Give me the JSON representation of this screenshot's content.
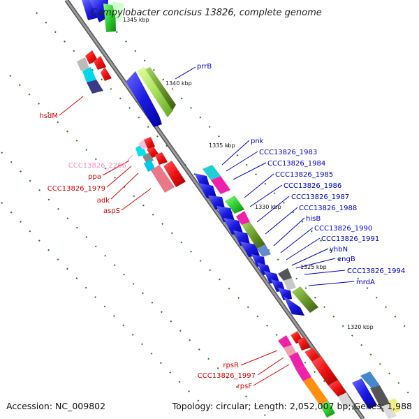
{
  "title": "Campylobacter concisus 13826, complete genome",
  "footer": {
    "accession": "Accession: NC_009802",
    "topology": "Topology: circular; Length: 2,052,007 bp; Genes: 1,988"
  },
  "colors": {
    "backbone": "#8a8a8a",
    "tick_green": "#1a7a1a",
    "label_blue": "#0000cc",
    "label_red": "#dd0000",
    "label_pink": "#f090b8"
  },
  "kbp_marks": [
    "1345 kbp",
    "1340 kbp",
    "1335 kbp",
    "1330 kbp",
    "1325 kbp",
    "1320 kbp"
  ],
  "gene_labels": {
    "prrB": "prrB",
    "hsdM": "hsdM",
    "pnk": "pnk",
    "CCC13826_1983": "CCC13826_1983",
    "CCC13826_1984": "CCC13826_1984",
    "CCC13826_1985": "CCC13826_1985",
    "CCC13826_1986": "CCC13826_1986",
    "CCC13826_1987": "CCC13826_1987",
    "CCC13826_1988": "CCC13826_1988",
    "hisB": "hisB",
    "CCC13826_1990": "CCC13826_1990",
    "CCC13826_1991": "CCC13826_1991",
    "yhbN": "yhbN",
    "engB": "engB",
    "CCC13826_1994": "CCC13826_1994",
    "mrdA": "mrdA",
    "CCC13826_2266": "CCC13826_2266",
    "ppa": "ppa",
    "CCC13826_1979": "CCC13826_1979",
    "adk": "adk",
    "aspS": "aspS",
    "rpsR": "rpsR",
    "CCC13826_1997": "CCC13826_1997",
    "rpsF": "rpsF"
  }
}
